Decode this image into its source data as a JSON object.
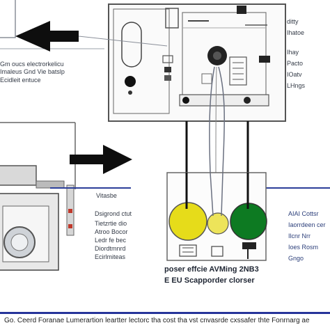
{
  "top_right_labels": {
    "l1": "ditty",
    "l2": "Ihatoe",
    "l3": "Ihay",
    "l4": "Pacto",
    "l5": "IOatv",
    "l6": "LHngs"
  },
  "left_labels": {
    "l1": "Gm oucs electrorkelicu",
    "l2": "Imaleus Gnd Vie batslp",
    "l3": "Ecidleit entuce"
  },
  "middle_labels": {
    "vizor": "Vitasbe",
    "l1": "Dsigrond ctut",
    "l2": "Tietzrtie dio",
    "l3": "Atroo Bocor",
    "l4": "Ledr fe bec",
    "l5": "Diordtmnrd",
    "l6": "Ecirlmiteas"
  },
  "right_labels": {
    "l1": "AIAI Cottsr",
    "l2": "Iaorrdeen cer",
    "l3": "Ilcnr Nrr",
    "l4": "Ioes Rosm",
    "l5": "Gngo"
  },
  "bottom_caption": {
    "line1": "poser effcie AVMing 2NB3",
    "line2": "E EU Scapporder clorser"
  },
  "footer": {
    "text": "Go. Ceerd Foranae   Lumerartion leartter lectorc tha cost tha vst cnvasrde cxssafer thte Fonrnarg ae"
  },
  "colors": {
    "yellow": "#e6dc1a",
    "green": "#0d7a22",
    "blue_line": "#2c3f9a",
    "wire": "#6a7080",
    "black": "#111111",
    "arrow": "#0e0e0e"
  }
}
